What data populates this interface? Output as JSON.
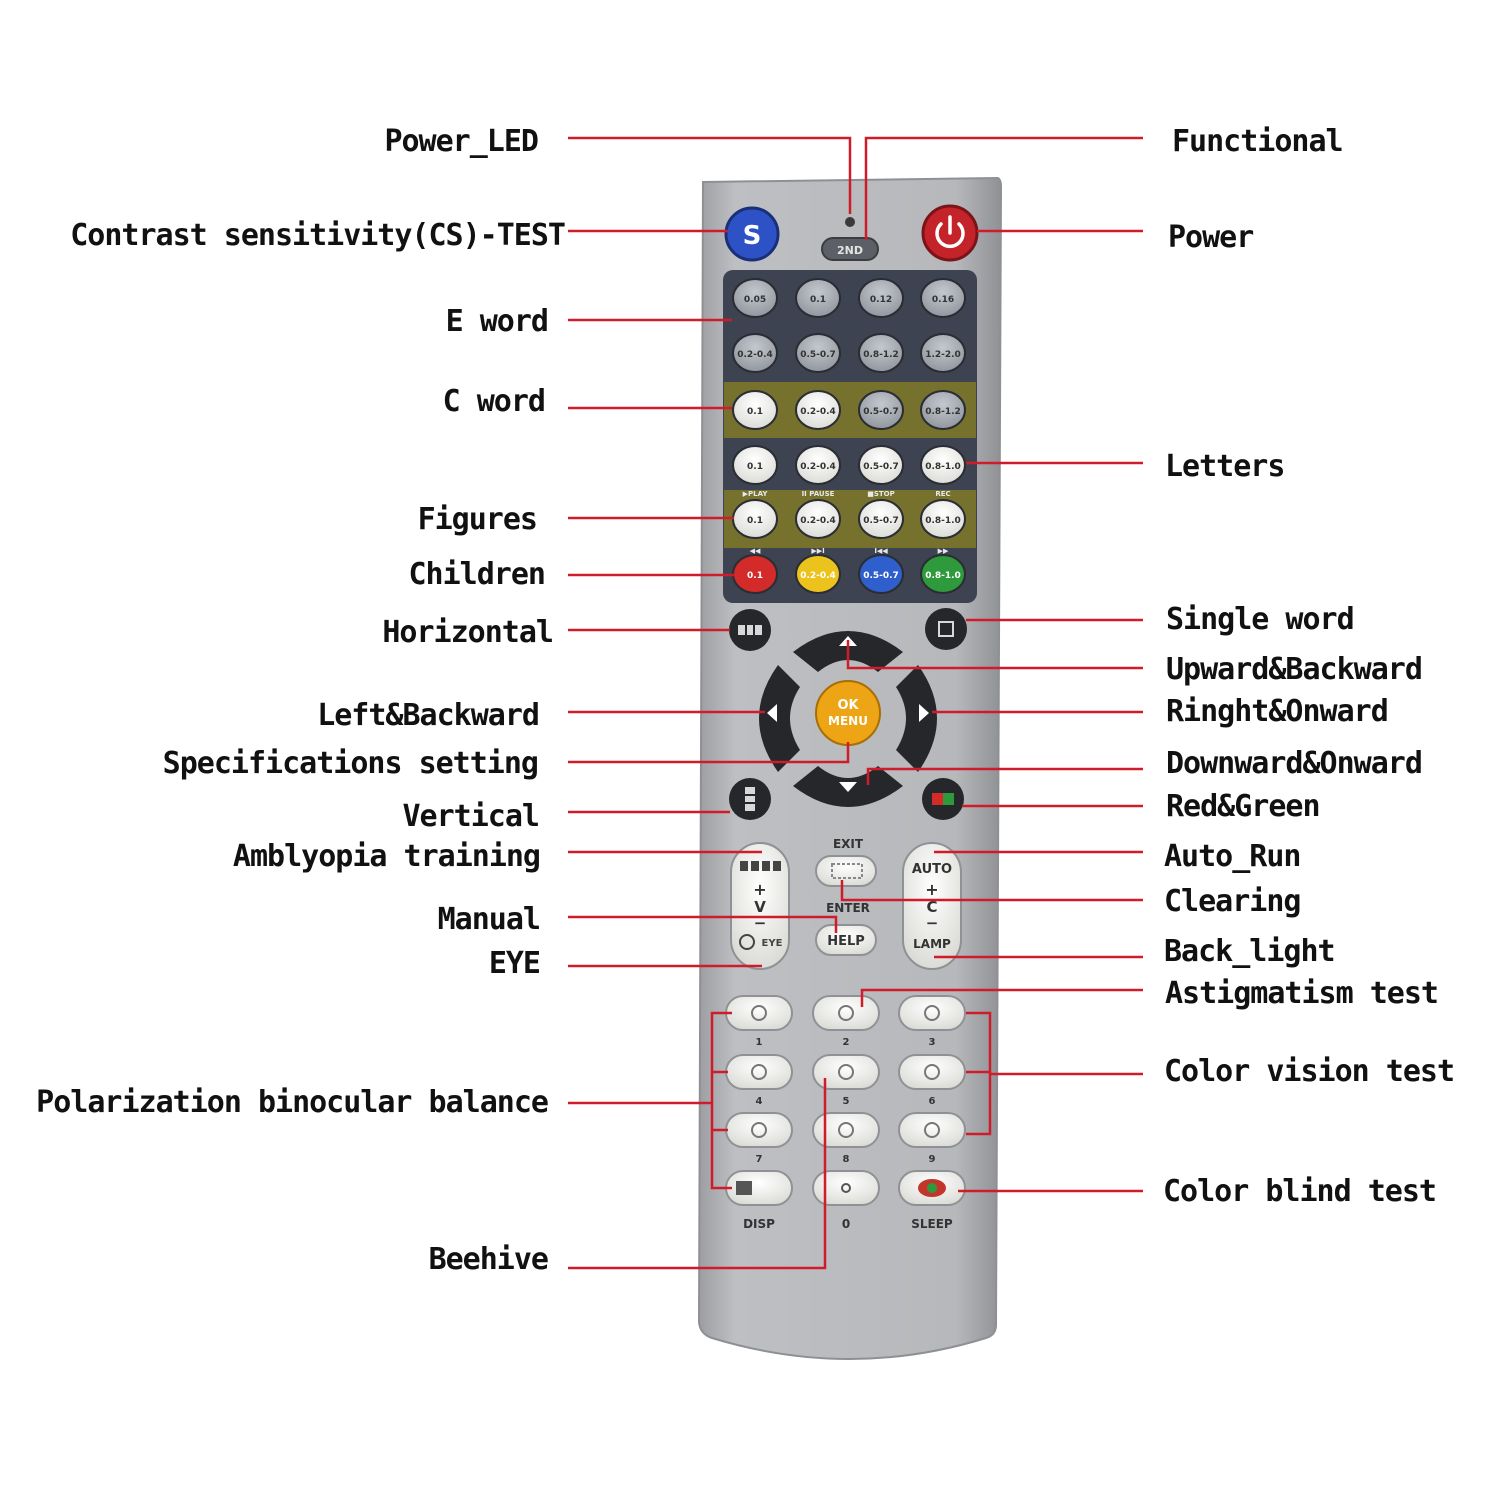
{
  "colors": {
    "leader": "#d01c2a",
    "body": "#b3b5b8",
    "body_edge": "#8e9094",
    "panel": "#3d4350",
    "band_olive": "#77712e",
    "key_white": "#f4f4f0",
    "key_grey": "#a9aeb6",
    "dpad": "#25272b",
    "ok": "#eda515",
    "s_button": "#2d52c6",
    "power_button": "#c4232a",
    "child_red": "#d32a2a",
    "child_yellow": "#ecc21c",
    "child_blue": "#2f5fcc",
    "child_green": "#2f9a3c"
  },
  "labels": {
    "power_led": "Power_LED",
    "cs_test": "Contrast sensitivity(CS)-TEST",
    "e_word": "E word",
    "c_word": "C word",
    "figures": "Figures",
    "children": "Children",
    "horizontal": "Horizontal",
    "left_backward": "Left&Backward",
    "spec_setting": "Specifications setting",
    "vertical": "Vertical",
    "amblyopia": "Amblyopia training",
    "manual": "Manual",
    "eye": "EYE",
    "polarization": "Polarization binocular balance",
    "beehive": "Beehive",
    "functional": "Functional",
    "power": "Power",
    "letters": "Letters",
    "single_word": "Single word",
    "upward_backward": "Upward&Backward",
    "right_onward": "Ringht&Onward",
    "downward_onward": "Downward&Onward",
    "red_green": "Red&Green",
    "auto_run": "Auto_Run",
    "clearing": "Clearing",
    "back_light": "Back_light",
    "astigmatism": "Astigmatism test",
    "color_vision": "Color vision test",
    "color_blind": "Color blind test"
  },
  "remote": {
    "s_label": "S",
    "func_label": "2ND",
    "row_e1": [
      "0.05",
      "0.1",
      "0.12",
      "0.16"
    ],
    "row_e2": [
      "0.2-0.4",
      "0.5-0.7",
      "0.8-1.2",
      "1.2-2.0"
    ],
    "row_c": [
      "0.1",
      "0.2-0.4",
      "0.5-0.7",
      "0.8-1.2"
    ],
    "row_l": [
      "0.1",
      "0.2-0.4",
      "0.5-0.7",
      "0.8-1.0"
    ],
    "row_f": [
      "0.1",
      "0.2-0.4",
      "0.5-0.7",
      "0.8-1.0"
    ],
    "row_ch": [
      "0.1",
      "0.2-0.4",
      "0.5-0.7",
      "0.8-1.0"
    ],
    "band_f_tags": [
      "▶PLAY",
      "II PAUSE",
      "■STOP",
      "REC"
    ],
    "band_ch_tags": [
      "◀◀",
      "▶▶I",
      "I◀◀",
      "▶▶"
    ],
    "ok_line1": "OK",
    "ok_line2": "MENU",
    "exit": "EXIT",
    "enter": "ENTER",
    "help": "HELP",
    "auto": "AUTO",
    "lamp": "LAMP",
    "v_plus": "+",
    "v_letter": "V",
    "v_minus": "−",
    "c_plus": "+",
    "c_letter": "C",
    "c_minus": "−",
    "eye": "EYE",
    "num_labels": [
      "1",
      "2",
      "3",
      "4",
      "5",
      "6",
      "7",
      "8",
      "9"
    ],
    "disp": "DISP",
    "zero": "0",
    "sleep": "SLEEP"
  }
}
